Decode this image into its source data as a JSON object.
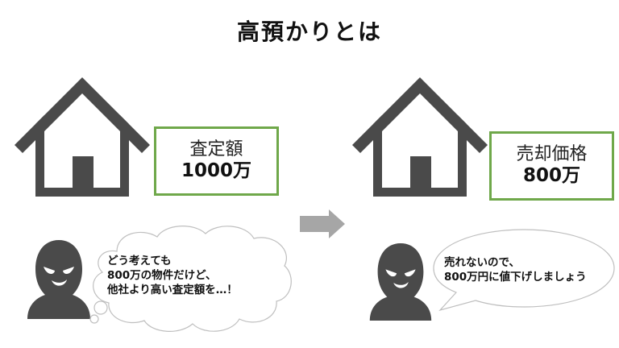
{
  "title": "高預かりとは",
  "left": {
    "box": {
      "label": "査定額",
      "value": "1000万"
    },
    "speech": {
      "type": "thought-cloud",
      "lines": [
        "どう考えても",
        "800万の物件だけど、",
        "他社より高い査定額を…！"
      ]
    }
  },
  "right": {
    "box": {
      "label": "売却価格",
      "value": "800万"
    },
    "speech": {
      "type": "speech-oval",
      "lines": [
        "売れないので、",
        "800万円に値下げしましょう"
      ]
    }
  },
  "colors": {
    "icon": "#4a4a4a",
    "box_border": "#6fa84a",
    "arrow": "#a6a6a6",
    "bubble_stroke": "#bfbfbf"
  }
}
